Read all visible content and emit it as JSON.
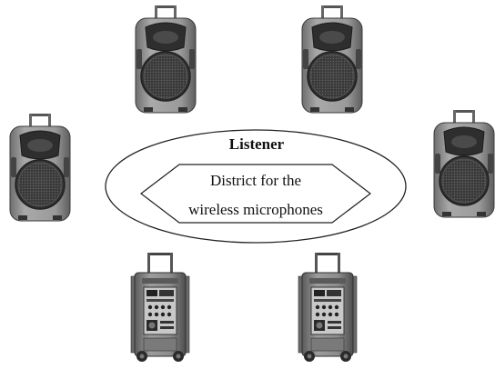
{
  "diagram": {
    "ellipse_label": "Listener",
    "hexagon_label_line1": "District for the",
    "hexagon_label_line2": "wireless microphones"
  },
  "icons": {
    "front_speaker": "speaker-front-icon",
    "rear_speaker": "speaker-rear-icon"
  },
  "colors": {
    "speaker_body": "#8a8a8a",
    "speaker_dark": "#3a3a3a",
    "line": "#222222"
  }
}
